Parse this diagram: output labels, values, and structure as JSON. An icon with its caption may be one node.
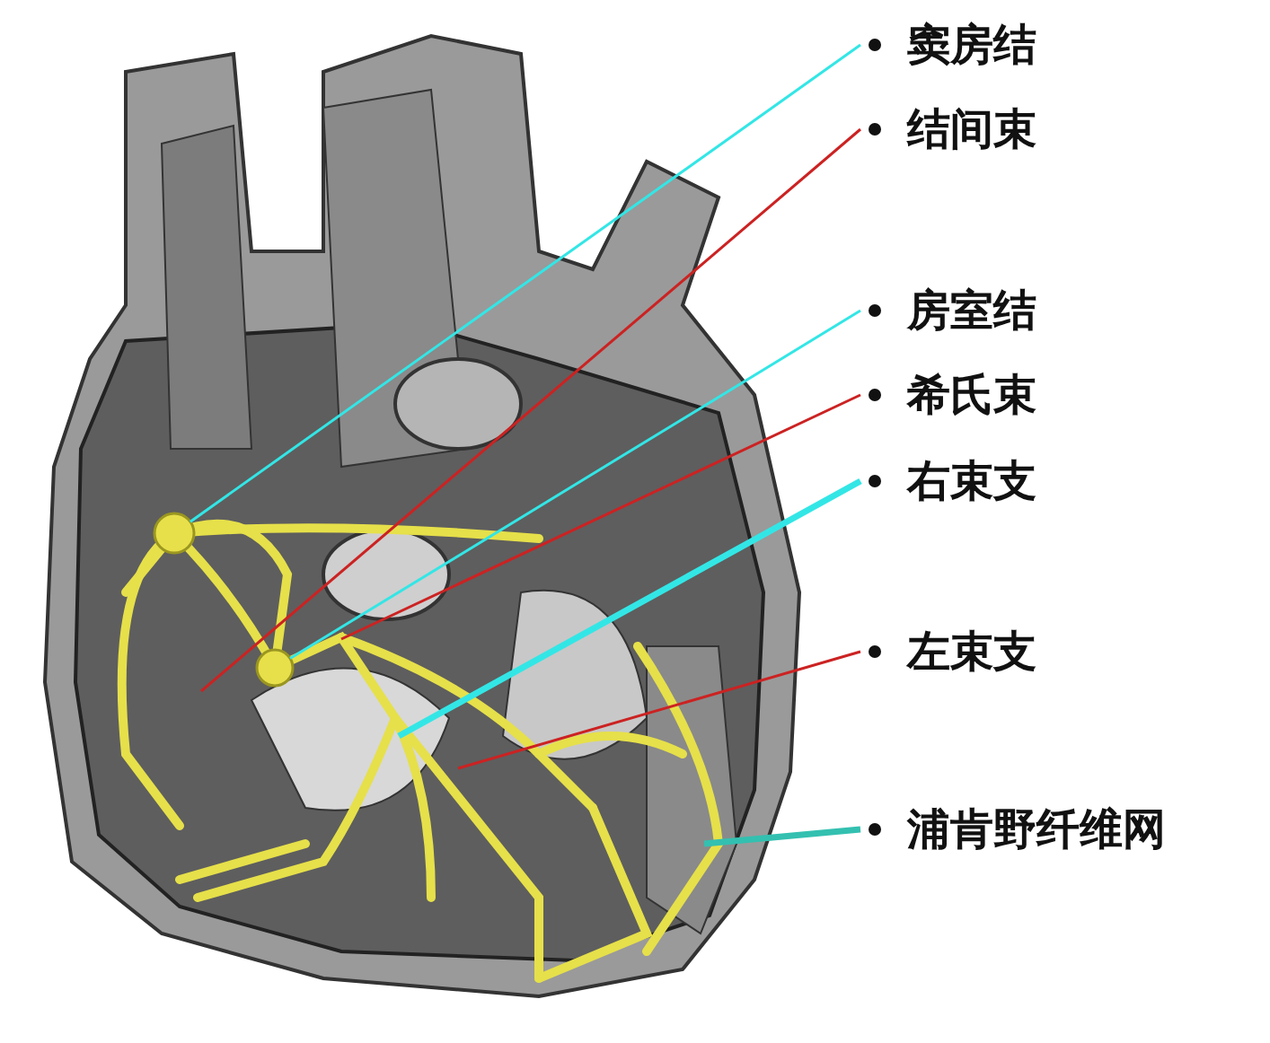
{
  "diagram": {
    "nodes": [
      {
        "text": [
          "窦房结"
        ]
      },
      {
        "text": [
          "结间束"
        ]
      },
      {
        "text": [
          "房室结"
        ]
      },
      {
        "text": [
          "希氏束"
        ]
      },
      {
        "text": [
          "右束支"
        ]
      },
      {
        "text": [
          "左束支"
        ]
      },
      {
        "text": [
          "浦肯野纤维网"
        ]
      },
      {
        "text": [],
        "shape": "circle"
      },
      {
        "text": [],
        "shape": "circle"
      }
    ],
    "edges": [
      {
        "from": 0,
        "to": 7,
        "arrow": "none",
        "color": "#33e6e6"
      },
      {
        "from": 1,
        "to": null,
        "arrow": "none",
        "color": "#cc2222"
      },
      {
        "from": 2,
        "to": 8,
        "arrow": "none",
        "color": "#33e6e6"
      },
      {
        "from": 3,
        "to": null,
        "arrow": "none",
        "color": "#cc2222"
      },
      {
        "from": 4,
        "to": null,
        "arrow": "none",
        "style": "thick",
        "color": "#33e6e6"
      },
      {
        "from": 5,
        "to": null,
        "arrow": "none",
        "color": "#cc2222"
      },
      {
        "from": 6,
        "to": null,
        "arrow": "none",
        "style": "thick",
        "color": "#33c0b0"
      }
    ]
  }
}
